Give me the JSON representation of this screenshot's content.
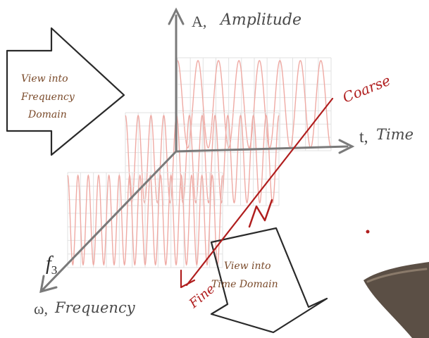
{
  "axes": {
    "amplitude": {
      "symbol": "A,",
      "label": "Amplitude"
    },
    "time": {
      "symbol": "t,",
      "label": "Time"
    },
    "frequency": {
      "symbol": "ω,",
      "label": "Frequency"
    },
    "f3_label": {
      "base": "f",
      "subscript": "3"
    }
  },
  "arrows": {
    "frequency_view": {
      "lines": [
        "View into",
        "Frequency",
        "Domain"
      ]
    },
    "time_view": {
      "lines": [
        "View into",
        "Time Domain"
      ]
    }
  },
  "annotations": {
    "coarse": "Coarse",
    "fine": "Fine",
    "n": "N"
  },
  "colors": {
    "ink": "#4a4a4a",
    "axis": "#7a7a7a",
    "red": "#b01e1e",
    "wave": "#efaaa4",
    "grid": "#e2e2e2",
    "arrow_text": "#7a4a2a"
  },
  "waves": [
    {
      "name": "back",
      "cycles": 7.5
    },
    {
      "name": "middle",
      "cycles": 12
    },
    {
      "name": "front",
      "cycles": 15
    }
  ]
}
